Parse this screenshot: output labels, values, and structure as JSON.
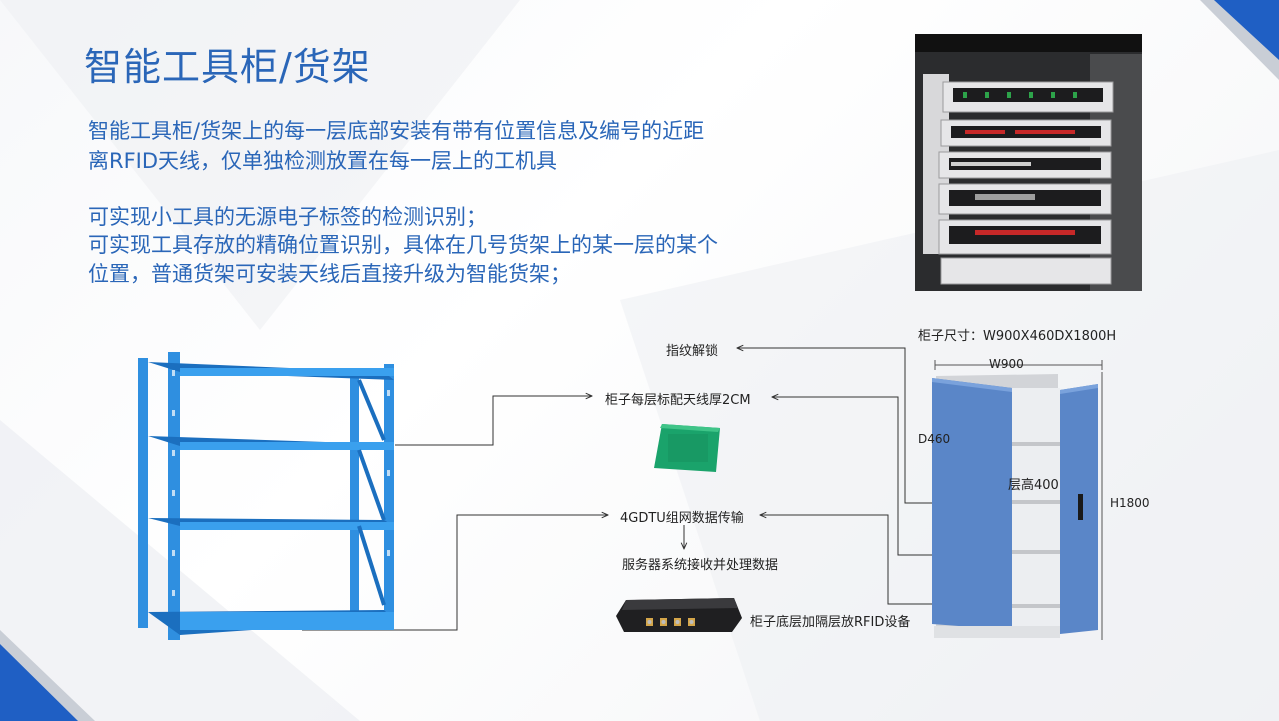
{
  "slide": {
    "title": "智能工具柜/货架",
    "paragraphs": {
      "p1_line1": "智能工具柜/货架上的每一层底部安装有带有位置信息及编号的近距",
      "p1_line2": "离RFID天线，仅单独检测放置在每一层上的工机具",
      "p2_line1": "可实现小工具的无源电子标签的检测识别；",
      "p2_line2": "可实现工具存放的精确位置识别，具体在几号货架上的某一层的某个",
      "p2_line3": "位置，普通货架可安装天线后直接升级为智能货架；"
    }
  },
  "diagram": {
    "labels": {
      "fingerprint": "指纹解锁",
      "antenna": "柜子每层标配天线厚2CM",
      "transmission": "4GDTU组网数据传输",
      "server": "服务器系统接收并处理数据",
      "rfid_device": "柜子底层加隔层放RFID设备",
      "cabinet_size": "柜子尺寸：W900X460DX1800H",
      "width": "W900",
      "depth": "D460",
      "layer_height": "层高400",
      "height": "H1800"
    }
  },
  "colors": {
    "accent": "#2a66b8",
    "corner": "#1f5fc4",
    "shelf": "#2f8fe0",
    "antenna_board": "#1aa36b",
    "cabinet": "#5a86c8"
  }
}
